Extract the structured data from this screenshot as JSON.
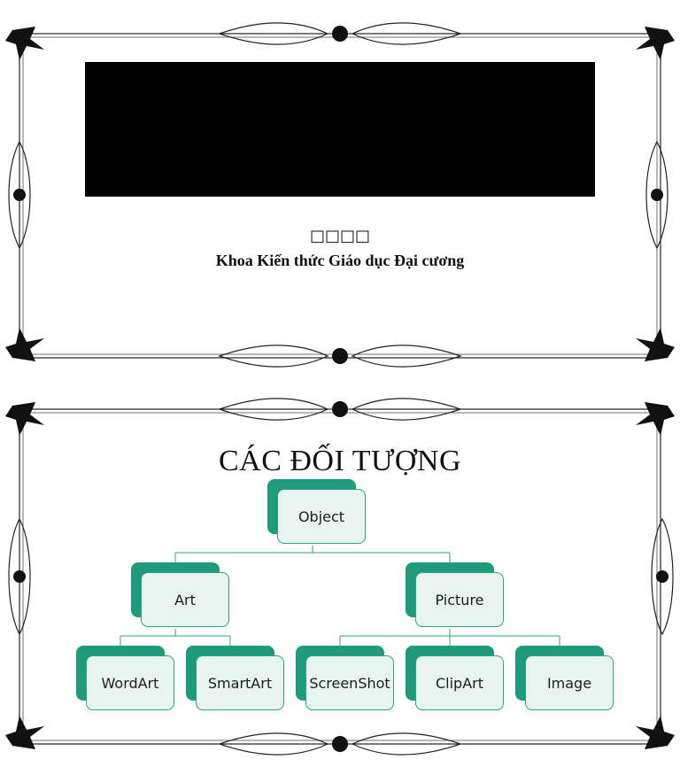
{
  "slide1": {
    "subtitle_glyphs": "□□□□",
    "faculty": "Khoa Kiến thức Giáo dục Đại cương"
  },
  "slide2": {
    "title": "CÁC ĐỐI TƯỢNG",
    "hierarchy": {
      "root": "Object",
      "level1": [
        "Art",
        "Picture"
      ],
      "level2": [
        "WordArt",
        "SmartArt",
        "ScreenShot",
        "ClipArt",
        "Image"
      ]
    }
  },
  "colors": {
    "node_accent": "#1f9a7a",
    "node_fill": "#e8f4ef",
    "frame_ink": "#111111"
  }
}
